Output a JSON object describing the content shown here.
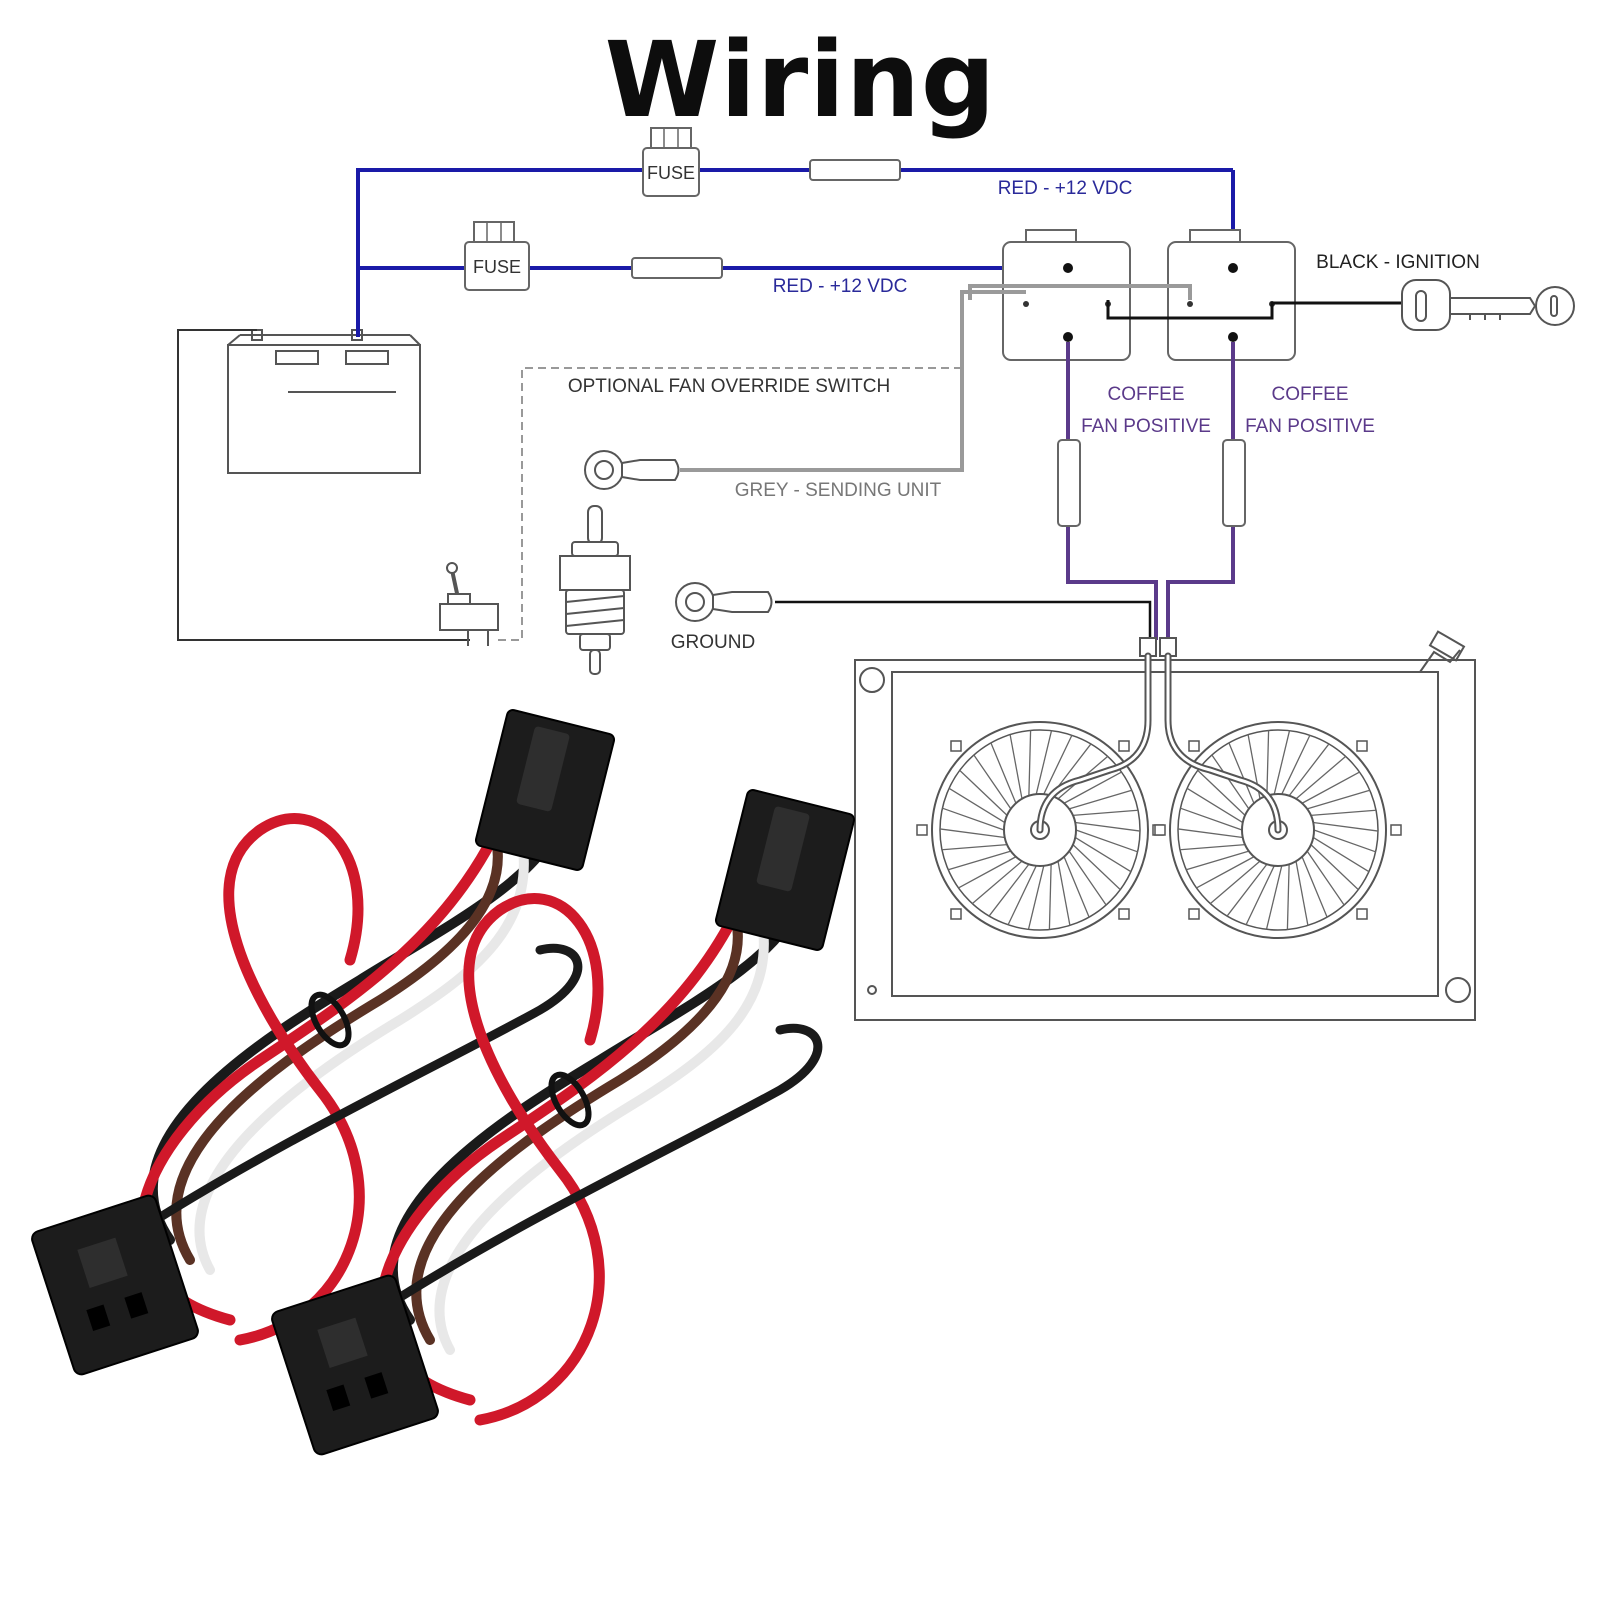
{
  "title": "Wiring",
  "labels": {
    "red_top": "RED - +12 VDC",
    "red_mid": "RED - +12 VDC",
    "black_ignition": "BLACK - IGNITION",
    "fuse_1": "FUSE",
    "fuse_2": "FUSE",
    "override": "OPTIONAL FAN OVERRIDE SWITCH",
    "coffee_1": "COFFEE",
    "fan_positive_1": "FAN POSITIVE",
    "coffee_2": "COFFEE",
    "fan_positive_2": "FAN POSITIVE",
    "grey_sending": "GREY - SENDING UNIT",
    "ground": "GROUND"
  },
  "colors": {
    "red_wire": "#1a1aa8",
    "black_wire": "#111111",
    "grey_wire": "#9a9a9a",
    "coffee_wire": "#5b3a8a",
    "outline": "#555555",
    "harness_red": "#d0182a",
    "harness_brown": "#5a3224",
    "harness_white": "#e8e8e8",
    "harness_black": "#1a1a1a"
  },
  "icons": [
    "battery-icon",
    "fuse-icon",
    "relay-icon",
    "ignition-key-icon",
    "toggle-switch-icon",
    "sending-unit-icon",
    "ring-terminal-icon",
    "radiator-icon",
    "fan-icon",
    "relay-harness-photo"
  ]
}
